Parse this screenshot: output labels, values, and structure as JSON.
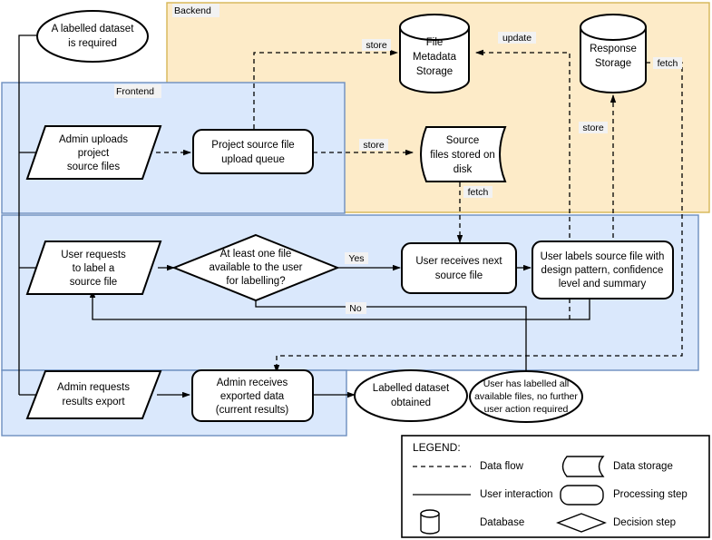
{
  "diagram": {
    "title": "Labelling workflow flowchart",
    "colors": {
      "backend_fill": "#fdebc8",
      "backend_stroke": "#d6b656",
      "frontend_fill": "#dae8fc",
      "frontend_stroke": "#6c8ebf",
      "shape_stroke": "#000000",
      "shape_fill": "#ffffff",
      "label_bg": "#f2f2f2"
    },
    "containers": [
      {
        "id": "backend",
        "label": "Backend"
      },
      {
        "id": "frontend",
        "label": "Frontend"
      },
      {
        "id": "frontend2",
        "label": ""
      },
      {
        "id": "frontend3",
        "label": ""
      }
    ],
    "nodes": [
      {
        "id": "start",
        "type": "terminator",
        "lines": [
          "A labelled dataset",
          "is required"
        ]
      },
      {
        "id": "admin-upload",
        "type": "user-action",
        "lines": [
          "Admin uploads",
          "project",
          "source files"
        ]
      },
      {
        "id": "upload-queue",
        "type": "process",
        "lines": [
          "Project source file",
          "upload queue"
        ]
      },
      {
        "id": "file-meta",
        "type": "database",
        "lines": [
          "File",
          "Metadata",
          "Storage"
        ]
      },
      {
        "id": "source-files",
        "type": "data-storage",
        "lines": [
          "Source",
          "files stored on",
          "disk"
        ]
      },
      {
        "id": "response-store",
        "type": "database",
        "lines": [
          "Response",
          "Storage"
        ]
      },
      {
        "id": "user-request",
        "type": "user-action",
        "lines": [
          "User requests",
          "to label a",
          "source file"
        ]
      },
      {
        "id": "decision",
        "type": "decision",
        "lines": [
          "At least one file",
          "available to the user",
          "for labelling?"
        ]
      },
      {
        "id": "user-receives",
        "type": "process",
        "lines": [
          "User receives next",
          "source file"
        ]
      },
      {
        "id": "user-labels",
        "type": "process",
        "lines": [
          "User labels source file with",
          "design pattern, confidence",
          "level and summary"
        ]
      },
      {
        "id": "admin-export",
        "type": "user-action",
        "lines": [
          "Admin requests",
          "results export"
        ]
      },
      {
        "id": "admin-receives",
        "type": "process",
        "lines": [
          "Admin receives",
          "exported data",
          "(current results)"
        ]
      },
      {
        "id": "dataset-done",
        "type": "terminator",
        "lines": [
          "Labelled dataset",
          "obtained"
        ]
      },
      {
        "id": "all-labelled",
        "type": "terminator",
        "lines": [
          "User has labelled all",
          "available files, no further",
          "user action required"
        ]
      }
    ],
    "edge_labels": [
      {
        "id": "store-meta",
        "text": "store"
      },
      {
        "id": "store-files",
        "text": "store"
      },
      {
        "id": "update-meta",
        "text": "update"
      },
      {
        "id": "fetch-response",
        "text": "fetch"
      },
      {
        "id": "store-response",
        "text": "store"
      },
      {
        "id": "fetch-source",
        "text": "fetch"
      },
      {
        "id": "yes-branch",
        "text": "Yes"
      },
      {
        "id": "no-branch",
        "text": "No"
      }
    ],
    "legend": {
      "title": "LEGEND:",
      "entries": [
        {
          "id": "data-flow",
          "symbol": "dashed-line",
          "label": "Data flow"
        },
        {
          "id": "user-interaction",
          "symbol": "solid-line",
          "label": "User interaction"
        },
        {
          "id": "database",
          "symbol": "cylinder",
          "label": "Database"
        },
        {
          "id": "data-storage",
          "symbol": "document",
          "label": "Data storage"
        },
        {
          "id": "processing-step",
          "symbol": "rounded-rect",
          "label": "Processing step"
        },
        {
          "id": "decision-step",
          "symbol": "diamond",
          "label": "Decision step"
        }
      ]
    }
  }
}
